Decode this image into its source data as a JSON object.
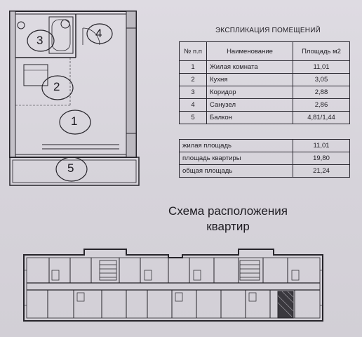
{
  "explication": {
    "title": "ЭКСПЛИКАЦИЯ ПОМЕЩЕНИЙ",
    "headers": [
      "№ п.п",
      "Наименование",
      "Площадь м2"
    ],
    "rows": [
      {
        "num": "1",
        "name": "Жилая комната",
        "area": "11,01"
      },
      {
        "num": "2",
        "name": "Кухня",
        "area": "3,05"
      },
      {
        "num": "3",
        "name": "Коридор",
        "area": "2,88"
      },
      {
        "num": "4",
        "name": "Санузел",
        "area": "2,86"
      },
      {
        "num": "5",
        "name": "Балкон",
        "area": "4,81/1,44"
      }
    ]
  },
  "summary": [
    {
      "label": "жилая площадь",
      "value": "11,01"
    },
    {
      "label": "площадь квартиры",
      "value": "19,80"
    },
    {
      "label": "общая площадь",
      "value": "21,24"
    }
  ],
  "plan": {
    "room_labels": [
      "1",
      "2",
      "3",
      "4",
      "5"
    ]
  },
  "scheme": {
    "title_line1": "Схема расположения",
    "title_line2": "квартир"
  }
}
